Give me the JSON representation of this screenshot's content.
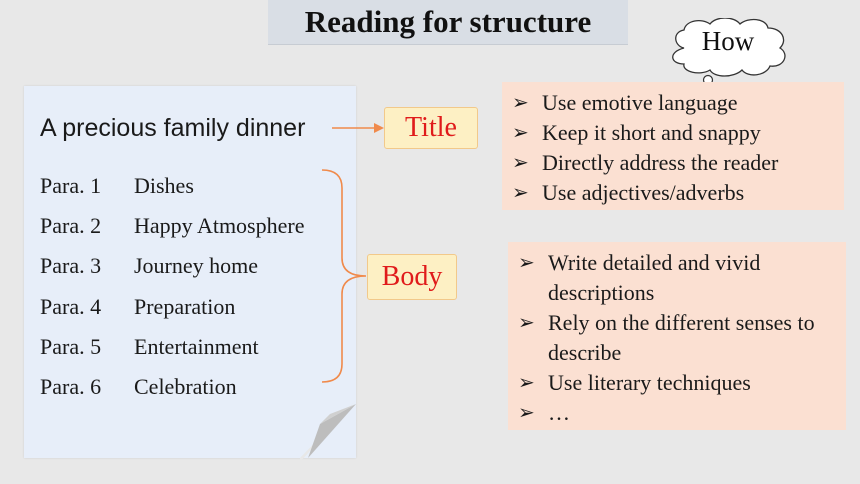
{
  "slide": {
    "title": "Reading for structure"
  },
  "document": {
    "title": "A precious family dinner",
    "paragraphs": [
      {
        "num": "Para. 1",
        "topic": "Dishes"
      },
      {
        "num": "Para. 2",
        "topic": "Happy Atmosphere"
      },
      {
        "num": "Para. 3",
        "topic": "Journey home"
      },
      {
        "num": "Para. 4",
        "topic": "Preparation"
      },
      {
        "num": "Para. 5",
        "topic": "Entertainment"
      },
      {
        "num": "Para. 6",
        "topic": "Celebration"
      }
    ]
  },
  "labels": {
    "title": "Title",
    "body": "Body"
  },
  "thought_bubble": {
    "text": "How"
  },
  "title_tips": [
    "Use emotive language",
    "Keep it short and snappy",
    "Directly address the reader",
    "Use adjectives/adverbs"
  ],
  "body_tips": [
    "Write detailed and vivid descriptions",
    "Rely on the different senses to describe",
    "Use literary techniques",
    "…"
  ],
  "colors": {
    "label_red": "#e01b1b",
    "bracket_orange": "#f08a4b",
    "tip_bg": "#fbe0d2",
    "page_bg": "#e7eef9"
  },
  "icons": {
    "bullet": "arrowhead-bullet-icon",
    "bubble": "thought-cloud-icon"
  }
}
